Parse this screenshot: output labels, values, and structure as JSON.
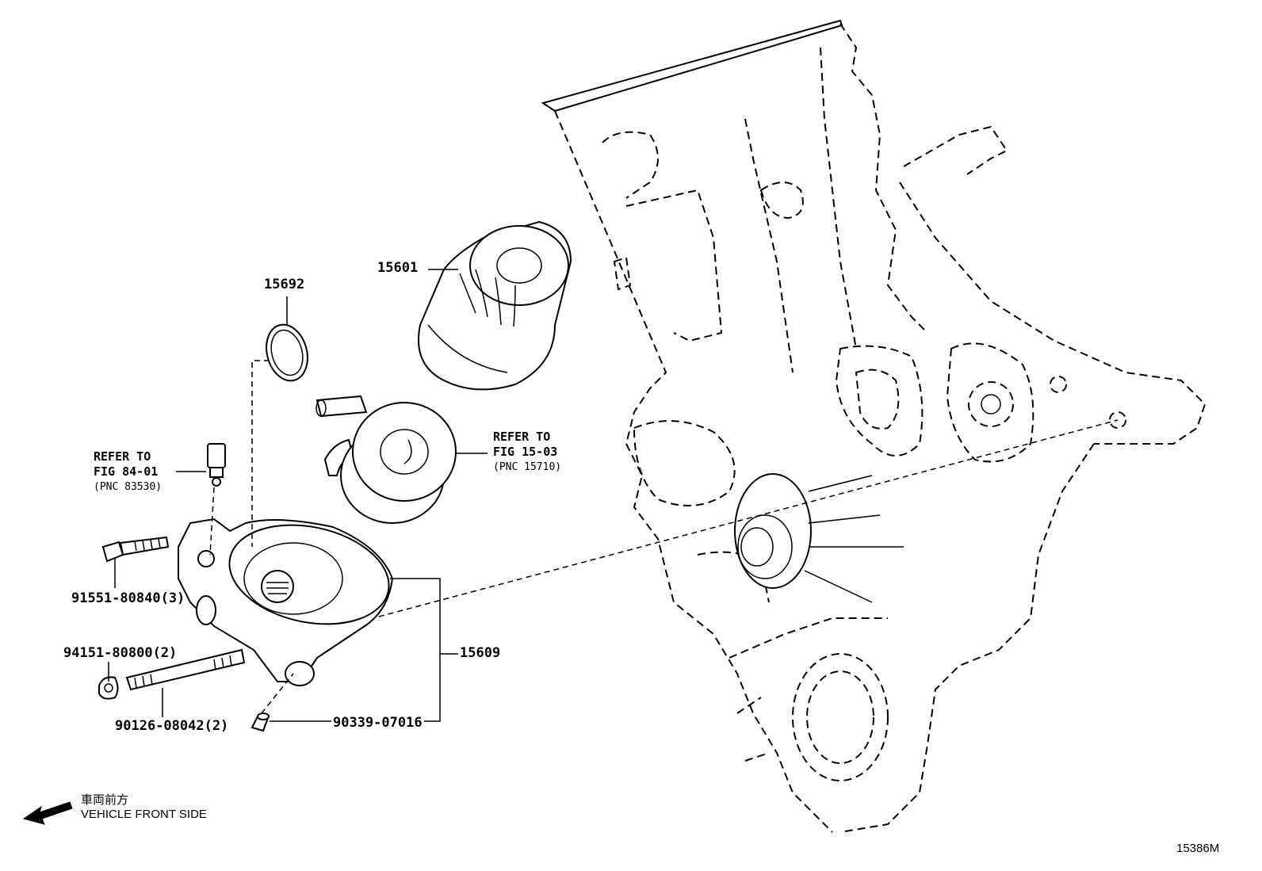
{
  "parts": [
    {
      "key": "oil_filter",
      "label": "15601"
    },
    {
      "key": "o_ring",
      "label": "15692"
    },
    {
      "key": "oil_filter_bracket",
      "label": "15609"
    },
    {
      "key": "bolt",
      "label": "91551-80840(3)"
    },
    {
      "key": "nut",
      "label": "94151-80800(2)"
    },
    {
      "key": "stud",
      "label": "90126-08042(2)"
    },
    {
      "key": "pin",
      "label": "90339-07016"
    }
  ],
  "references": [
    {
      "key": "oil_cooler",
      "line1": "REFER TO",
      "line2": "FIG 15-03",
      "pnc": "(PNC 15710)"
    },
    {
      "key": "oil_pressure_switch",
      "line1": "REFER TO",
      "line2": "FIG 84-01",
      "pnc": "(PNC 83530)"
    }
  ],
  "front_indicator": {
    "jp": "車両前方",
    "en": "VEHICLE FRONT SIDE",
    "icon": "arrow-left-down-icon"
  },
  "figure_code": "15386M"
}
